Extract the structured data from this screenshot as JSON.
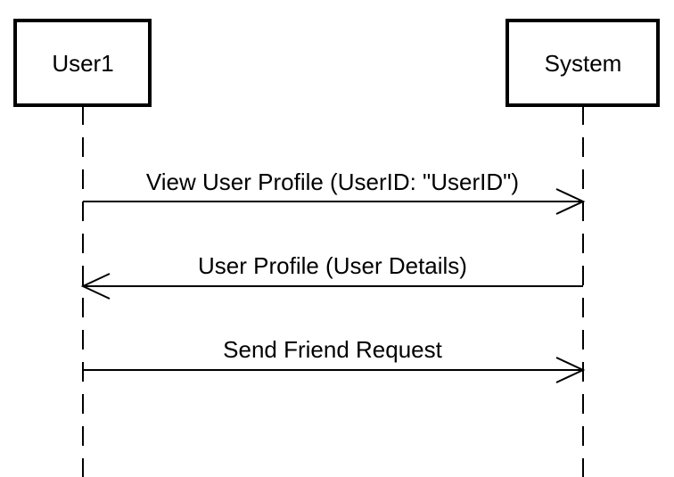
{
  "participants": [
    {
      "name": "User1"
    },
    {
      "name": "System"
    }
  ],
  "messages": [
    {
      "label": "View User Profile (UserID: \"UserID\")",
      "from": "User1",
      "to": "System"
    },
    {
      "label": "User Profile (User Details)",
      "from": "System",
      "to": "User1"
    },
    {
      "label": "Send Friend Request",
      "from": "User1",
      "to": "System"
    }
  ]
}
